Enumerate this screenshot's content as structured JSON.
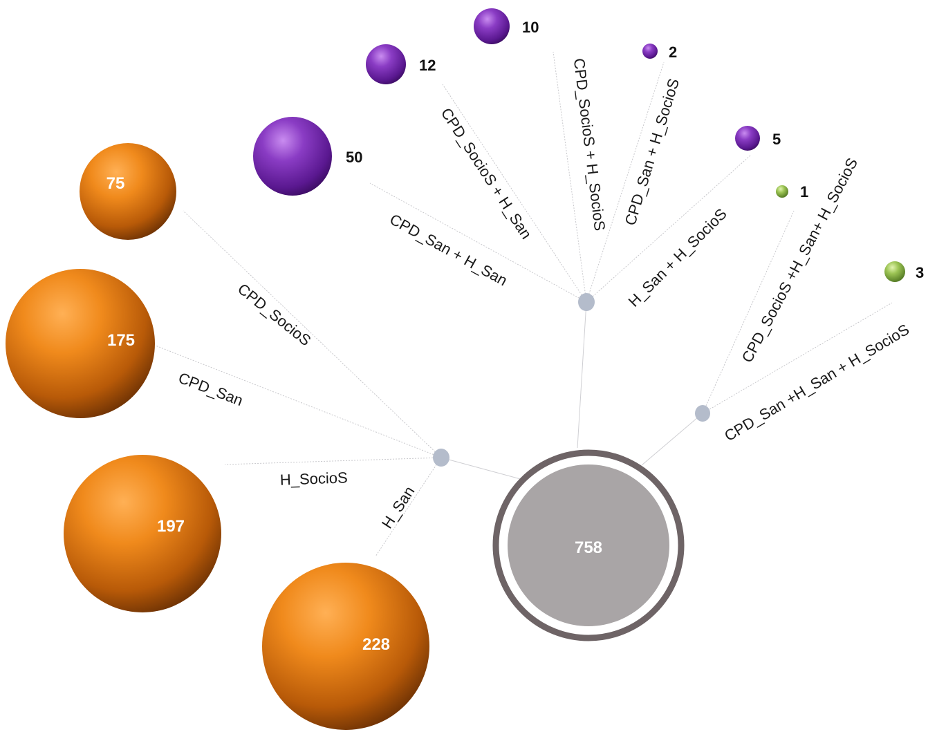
{
  "root": {
    "value": "758"
  },
  "nodes": {
    "n75": {
      "value": "75",
      "label": "CPD_SocioS"
    },
    "n175": {
      "value": "175",
      "label": "CPD_San"
    },
    "n197": {
      "value": "197",
      "label": "H_SocioS"
    },
    "n228": {
      "value": "228",
      "label": "H_San"
    },
    "n50": {
      "value": "50",
      "label": "CPD_San + H_San"
    },
    "n12": {
      "value": "12",
      "label": "CPD_SocioS + H_San"
    },
    "n10": {
      "value": "10",
      "label": "CPD_SocioS + H_SocioS"
    },
    "n2": {
      "value": "2",
      "label": "CPD_San + H_SocioS"
    },
    "n5": {
      "value": "5",
      "label": "H_San + H_SocioS"
    },
    "n1": {
      "value": "1",
      "label": "CPD_SocioS +H_San+ H_SocioS"
    },
    "n3": {
      "value": "3",
      "label": "CPD_San +H_San + H_SocioS"
    }
  },
  "colors": {
    "orange": "#e07a12",
    "purple": "#7a2fb0",
    "green": "#8fb84a",
    "hub": "#b4bccb",
    "root_ring": "#6e6466",
    "root_fill": "#a9a5a6"
  }
}
